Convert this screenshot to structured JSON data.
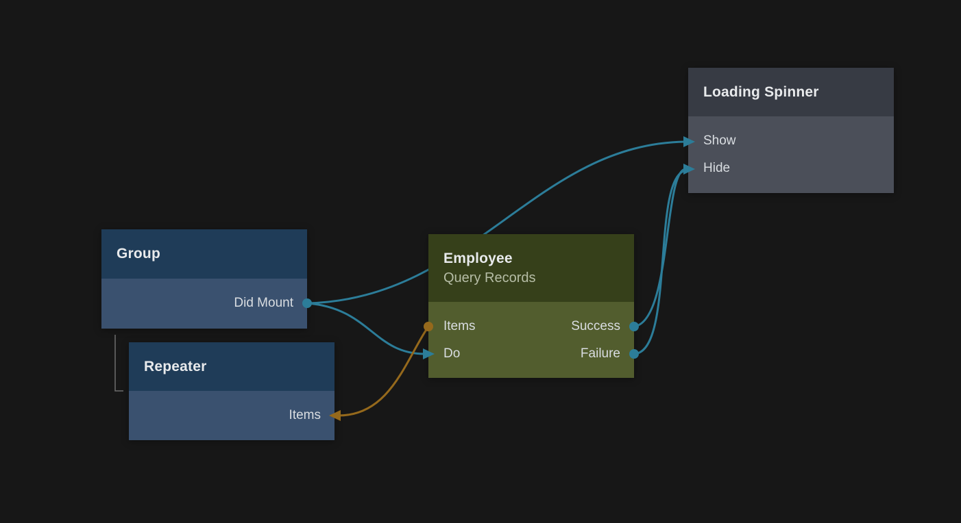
{
  "palette": {
    "background": "#171717",
    "blue_header": "#1f3c58",
    "blue_body": "#3a516f",
    "green_header": "#36401a",
    "green_body": "#525d2e",
    "gray_header": "#373b44",
    "gray_body": "#4b4f59",
    "flow_edge": "#2c7d99",
    "data_edge": "#95691c",
    "tree_connector": "#6f6f6f"
  },
  "nodes": {
    "group": {
      "title": "Group",
      "output_port": "Did Mount"
    },
    "repeater": {
      "title": "Repeater",
      "input_port": "Items"
    },
    "employee": {
      "title": "Employee",
      "subtitle": "Query Records",
      "input_ports": [
        "Items",
        "Do"
      ],
      "output_ports": [
        "Success",
        "Failure"
      ]
    },
    "loading_spinner": {
      "title": "Loading Spinner",
      "input_ports": [
        "Show",
        "Hide"
      ]
    }
  },
  "edges": [
    {
      "from": "Group.Did Mount",
      "to": "Loading Spinner.Show",
      "type": "flow"
    },
    {
      "from": "Group.Did Mount",
      "to": "Employee.Do",
      "type": "flow"
    },
    {
      "from": "Employee.Items",
      "to": "Repeater.Items",
      "type": "data"
    },
    {
      "from": "Employee.Success",
      "to": "Loading Spinner.Hide",
      "type": "flow"
    },
    {
      "from": "Employee.Failure",
      "to": "Loading Spinner.Hide",
      "type": "flow"
    }
  ],
  "hierarchy": {
    "parent": "Group",
    "child": "Repeater"
  }
}
